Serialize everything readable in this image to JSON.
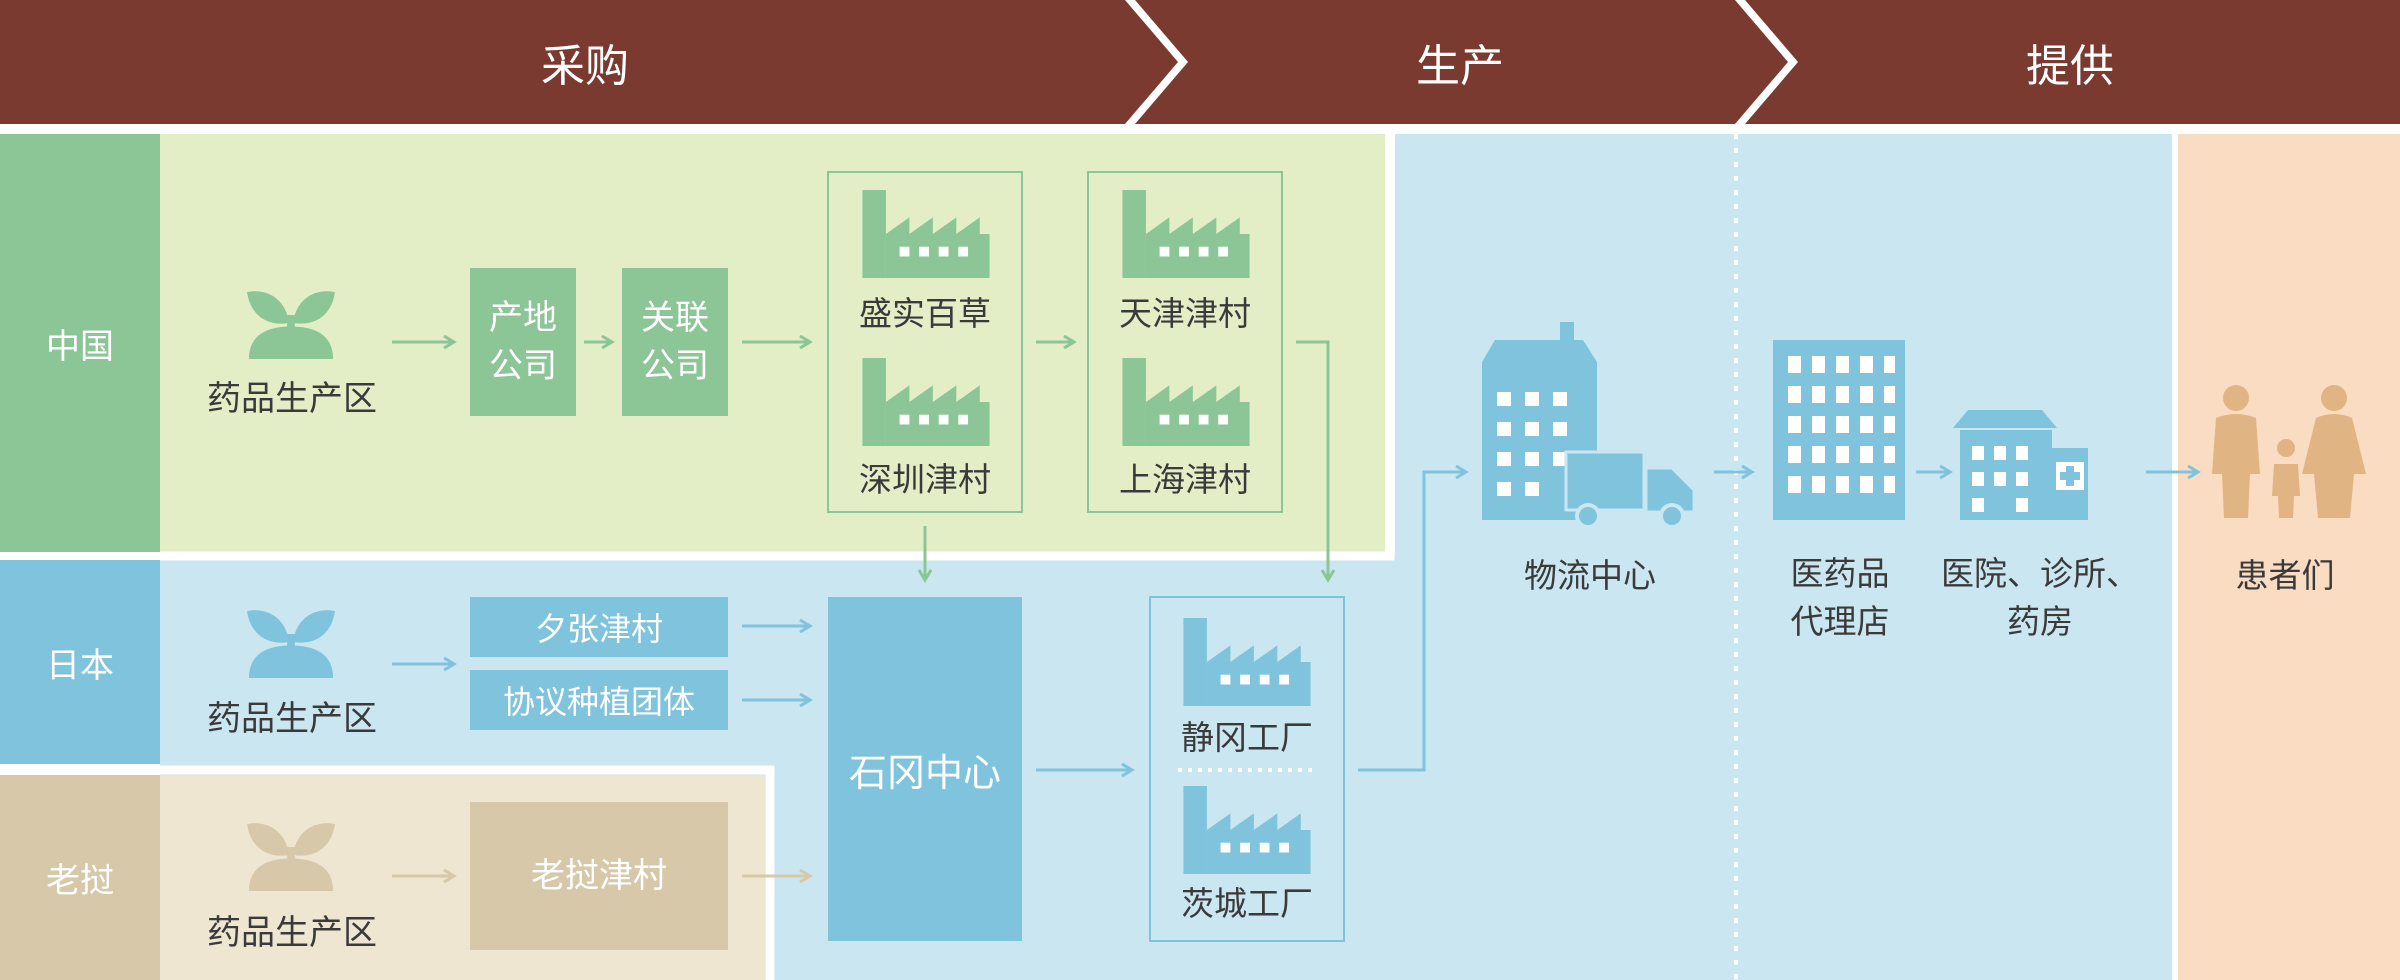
{
  "stages": {
    "procurement": "采购",
    "production": "生产",
    "supply": "提供"
  },
  "regions": {
    "china": "中国",
    "japan": "日本",
    "laos": "老挝"
  },
  "china": {
    "origin_label": "药品生产区",
    "companies": [
      "产地\n公司",
      "关联\n公司"
    ],
    "factories_a": [
      "盛实百草",
      "深圳津村"
    ],
    "factories_b": [
      "天津津村",
      "上海津村"
    ]
  },
  "japan": {
    "origin_label": "药品生产区",
    "sources": [
      "夕张津村",
      "协议种植团体"
    ]
  },
  "laos": {
    "origin_label": "药品生产区",
    "source": "老挝津村"
  },
  "production": {
    "center": "石冈中心",
    "factories": [
      "静冈工厂",
      "茨城工厂"
    ]
  },
  "supply": {
    "logistics": "物流中心",
    "wholesaler": "医药品\n代理店",
    "providers": "医院、诊所、\n药房",
    "patients": "患者们"
  },
  "colors": {
    "header": "#7b3a2f",
    "china_side": "#8cc596",
    "china_bg": "#e3eec7",
    "china_box": "#8cc596",
    "japan_side": "#7fc3dd",
    "japan_bg": "#c9e6f1",
    "japan_box": "#7fc3dd",
    "laos_side": "#d6c8a8",
    "laos_bg": "#efe6d2",
    "laos_box": "#d6c8a8",
    "patients_bg": "#f9dcc1",
    "patients_icon": "#e0b583"
  },
  "icons": [
    "sprout-icon",
    "factory-icon",
    "building-icon",
    "truck-icon",
    "hospital-icon",
    "family-icon"
  ]
}
